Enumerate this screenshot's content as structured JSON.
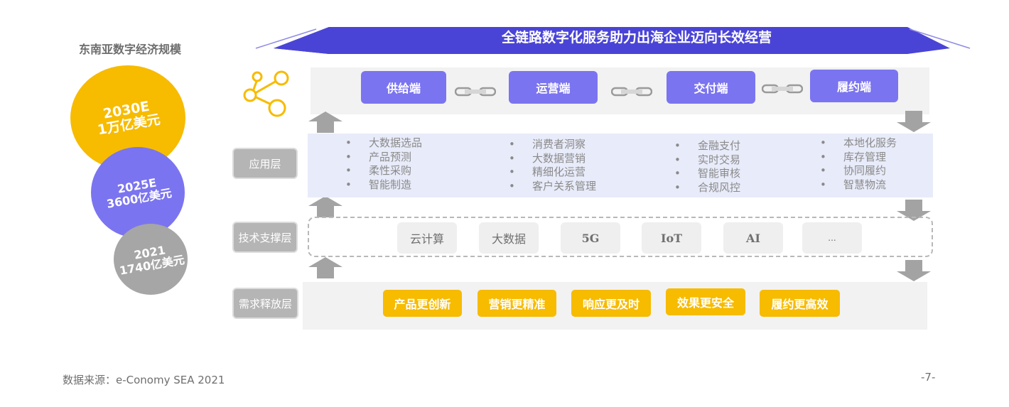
{
  "left": {
    "title": "东南亚数字经济规模",
    "circles": [
      {
        "year": "2030E",
        "value": "1万亿美元",
        "color": "#f7bb00"
      },
      {
        "year": "2025E",
        "value": "3600亿美元",
        "color": "#7b74f0"
      },
      {
        "year": "2021",
        "value": "1740亿美元",
        "color": "#a6a6a6"
      }
    ]
  },
  "banner": {
    "title": "全链路数字化服务助力出海企业迈向长效经营",
    "color": "#4a44d6"
  },
  "top_nodes": [
    "供给端",
    "运营端",
    "交付端",
    "履约端"
  ],
  "layers": {
    "application": "应用层",
    "tech": "技术支撑层",
    "demand": "需求释放层"
  },
  "application_columns": [
    [
      "大数据选品",
      "产品预测",
      "柔性采购",
      "智能制造"
    ],
    [
      "消费者洞察",
      "大数据营销",
      "精细化运营",
      "客户关系管理"
    ],
    [
      "金融支付",
      "实时交易",
      "智能审核",
      "合规风控"
    ],
    [
      "本地化服务",
      "库存管理",
      "协同履约",
      "智慧物流"
    ]
  ],
  "tech_items": [
    "云计算",
    "大数据",
    "5G",
    "IoT",
    "AI",
    "..."
  ],
  "demand_items": [
    "产品更创新",
    "营销更精准",
    "响应更及时",
    "效果更安全",
    "履约更高效"
  ],
  "footer": {
    "source": "数据来源：e-Conomy SEA 2021",
    "page": "-7-"
  },
  "colors": {
    "accent_purple": "#7b74f0",
    "accent_yellow": "#f7bb00",
    "icon_yellow": "#f7bb00"
  }
}
